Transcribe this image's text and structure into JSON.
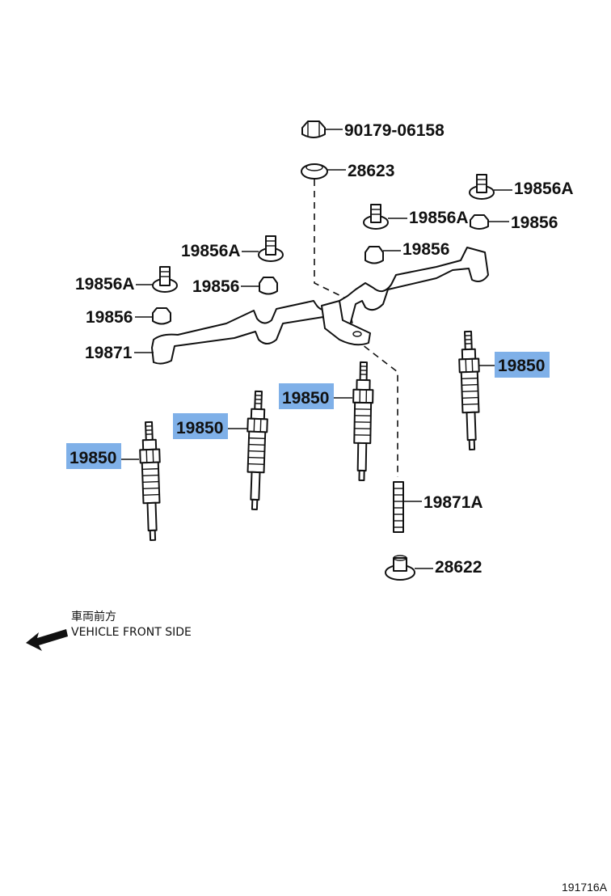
{
  "diagram": {
    "parts": {
      "nut_90179": "90179-06158",
      "insulator_28623": "28623",
      "nut_28622": "28622",
      "stud_19871A": "19871A",
      "bus_bar_19871": "19871",
      "plug_19850": "19850",
      "nut_19856": "19856",
      "nut_19856A": "19856A"
    },
    "highlight_color": "#7fb0e8",
    "direction": {
      "japanese": "車両前方",
      "english": "VEHICLE FRONT SIDE"
    },
    "figure_code": "191716A"
  }
}
